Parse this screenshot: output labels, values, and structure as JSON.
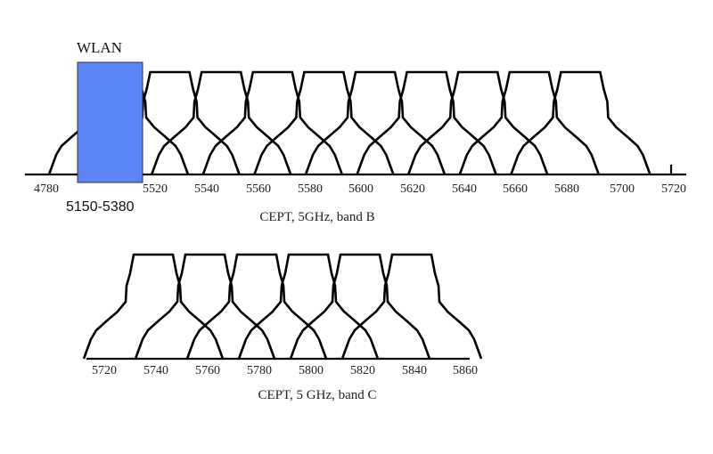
{
  "diagram": {
    "band_b": {
      "caption": "CEPT, 5GHz, band B",
      "tick_labels": [
        "4780",
        "5520",
        "5540",
        "5560",
        "5580",
        "5600",
        "5620",
        "5640",
        "5660",
        "5680",
        "5700",
        "5720"
      ],
      "channel_count": 10
    },
    "band_c": {
      "caption": "CEPT, 5 GHz, band C",
      "tick_labels": [
        "5720",
        "5740",
        "5760",
        "5780",
        "5800",
        "5820",
        "5840",
        "5860"
      ],
      "channel_count": 6
    },
    "wlan_block": {
      "title": "WLAN",
      "range_label": "5150-5380",
      "color": "#5b84f5"
    }
  }
}
